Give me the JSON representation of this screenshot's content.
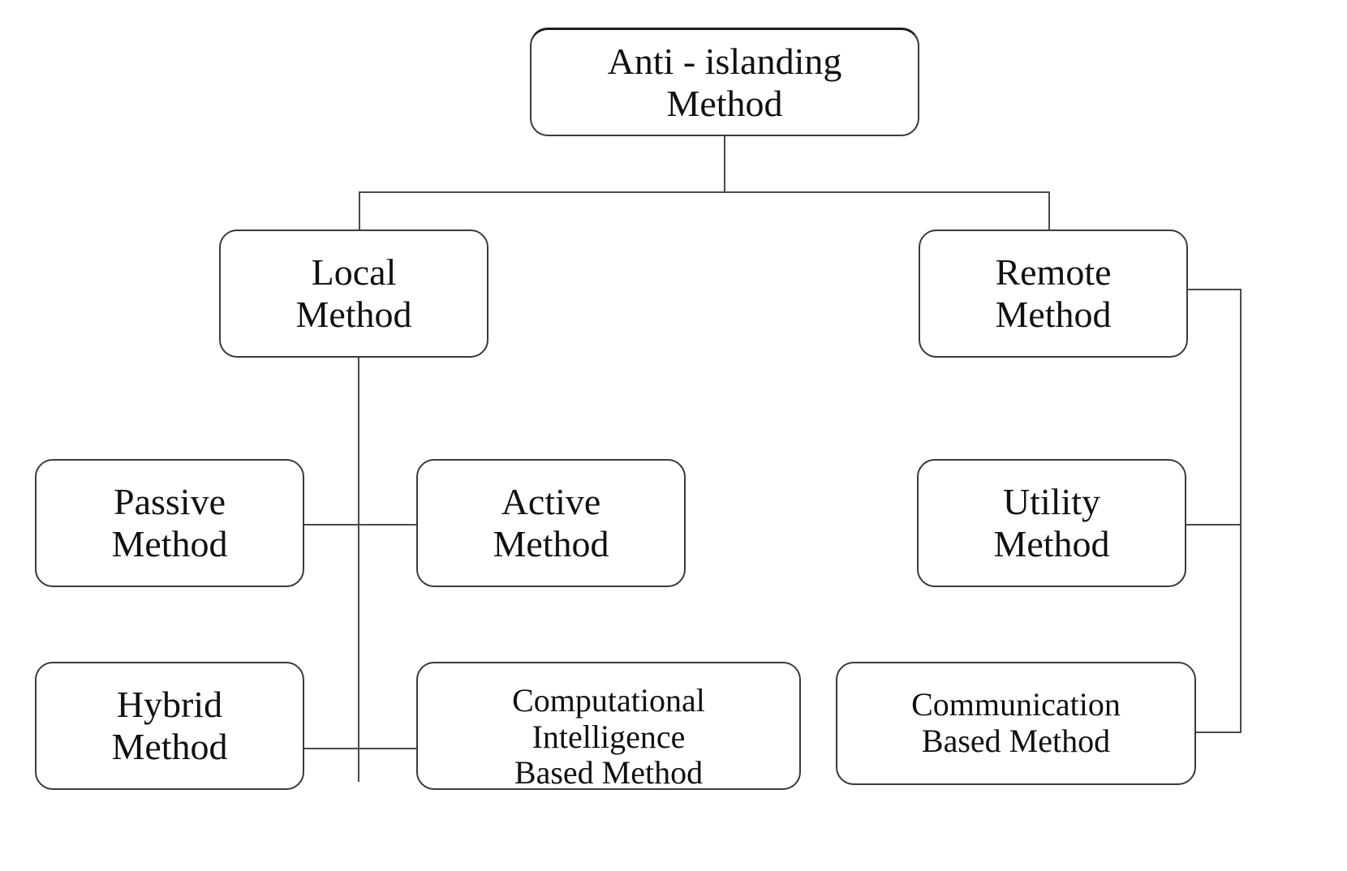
{
  "diagram": {
    "title": "Anti - islanding Method classification tree",
    "type": "tree",
    "background_color": "#ffffff",
    "node_border_color": "#3a3a3a",
    "connector_color": "#4a4a4a",
    "text_color": "#111111"
  },
  "nodes": {
    "root": {
      "label": "Anti - islanding\nMethod"
    },
    "local": {
      "label": "Local\nMethod"
    },
    "remote": {
      "label": "Remote\nMethod"
    },
    "passive": {
      "label": "Passive\nMethod"
    },
    "active": {
      "label": "Active\nMethod"
    },
    "utility": {
      "label": "Utility\nMethod"
    },
    "hybrid": {
      "label": "Hybrid\nMethod"
    },
    "computational": {
      "label": "Computational\nIntelligence\nBased  Method"
    },
    "communication": {
      "label": "Communication\nBased Method"
    }
  },
  "edges": [
    {
      "from": "root",
      "to": "local"
    },
    {
      "from": "root",
      "to": "remote"
    },
    {
      "from": "local",
      "to": "passive"
    },
    {
      "from": "local",
      "to": "active"
    },
    {
      "from": "local",
      "to": "hybrid"
    },
    {
      "from": "local",
      "to": "computational"
    },
    {
      "from": "remote",
      "to": "utility"
    },
    {
      "from": "remote",
      "to": "communication"
    }
  ]
}
